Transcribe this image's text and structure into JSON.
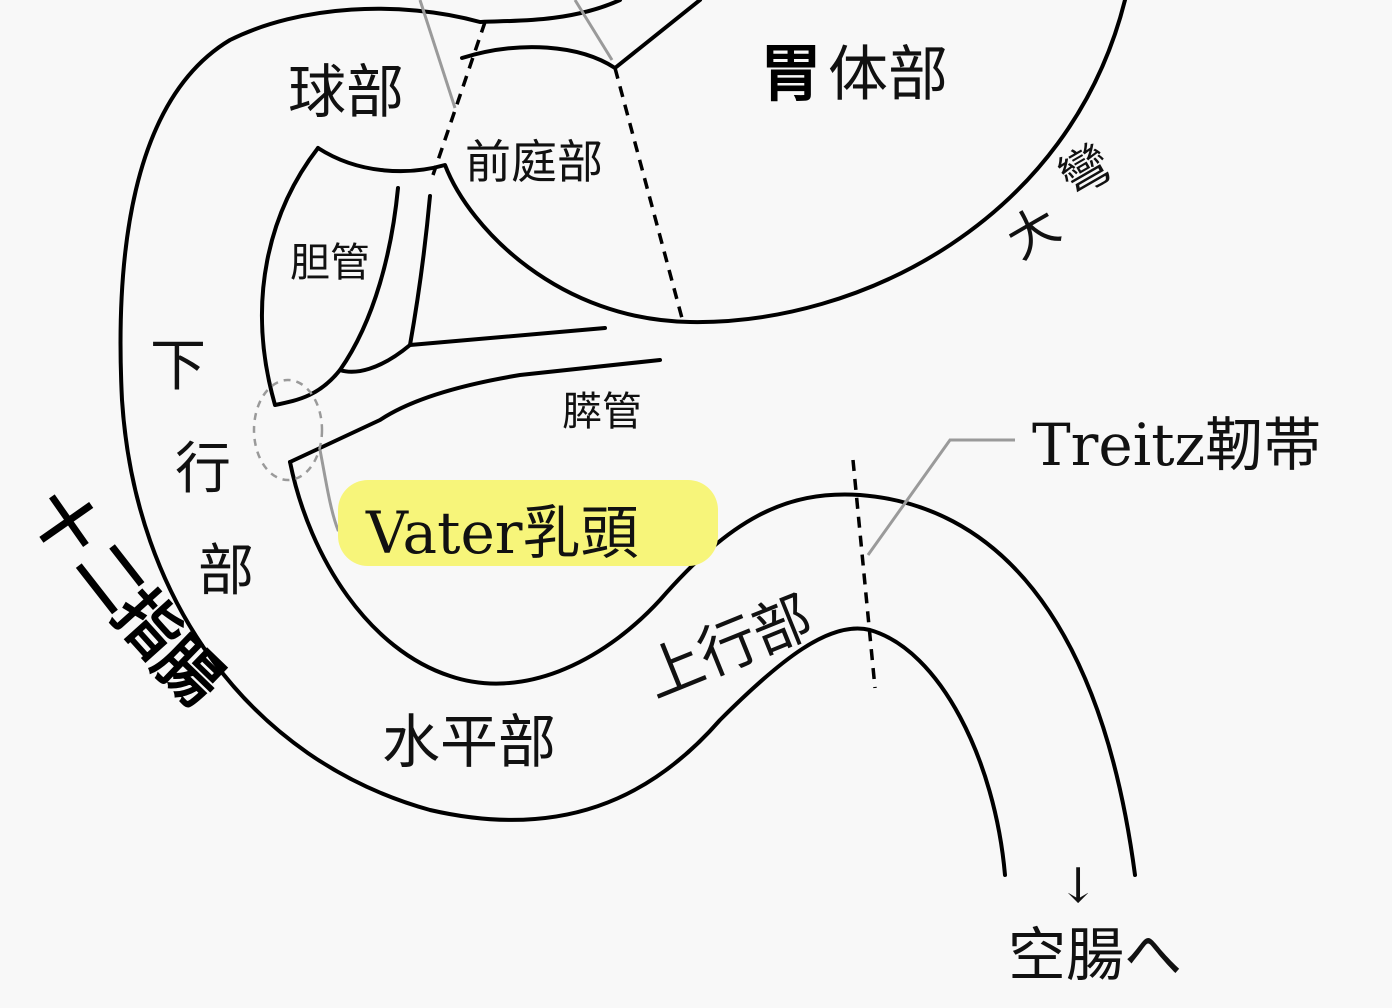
{
  "labels": {
    "bulb": "球部",
    "antrum": "前庭部",
    "stomach_bold": "胃",
    "stomach_rest": "体部",
    "greater_curvature_1": "彎",
    "greater_curvature_2": "大",
    "bile_duct": "胆管",
    "pancreatic_duct": "膵管",
    "descending_1": "下",
    "descending_2": "行",
    "descending_3": "部",
    "duodenum_1": "十",
    "duodenum_2": "二",
    "duodenum_3": "指",
    "duodenum_4": "腸",
    "vater_papilla": "Vater乳頭",
    "treitz_ligament": "Treitz靭帯",
    "ascending": "上行部",
    "horizontal": "水平部",
    "down_arrow": "↓",
    "to_jejunum": "空腸へ"
  },
  "colors": {
    "background": "#f8f8f8",
    "outline": "#000000",
    "leader": "#9a9a9a",
    "highlight": "#f7f57a"
  }
}
